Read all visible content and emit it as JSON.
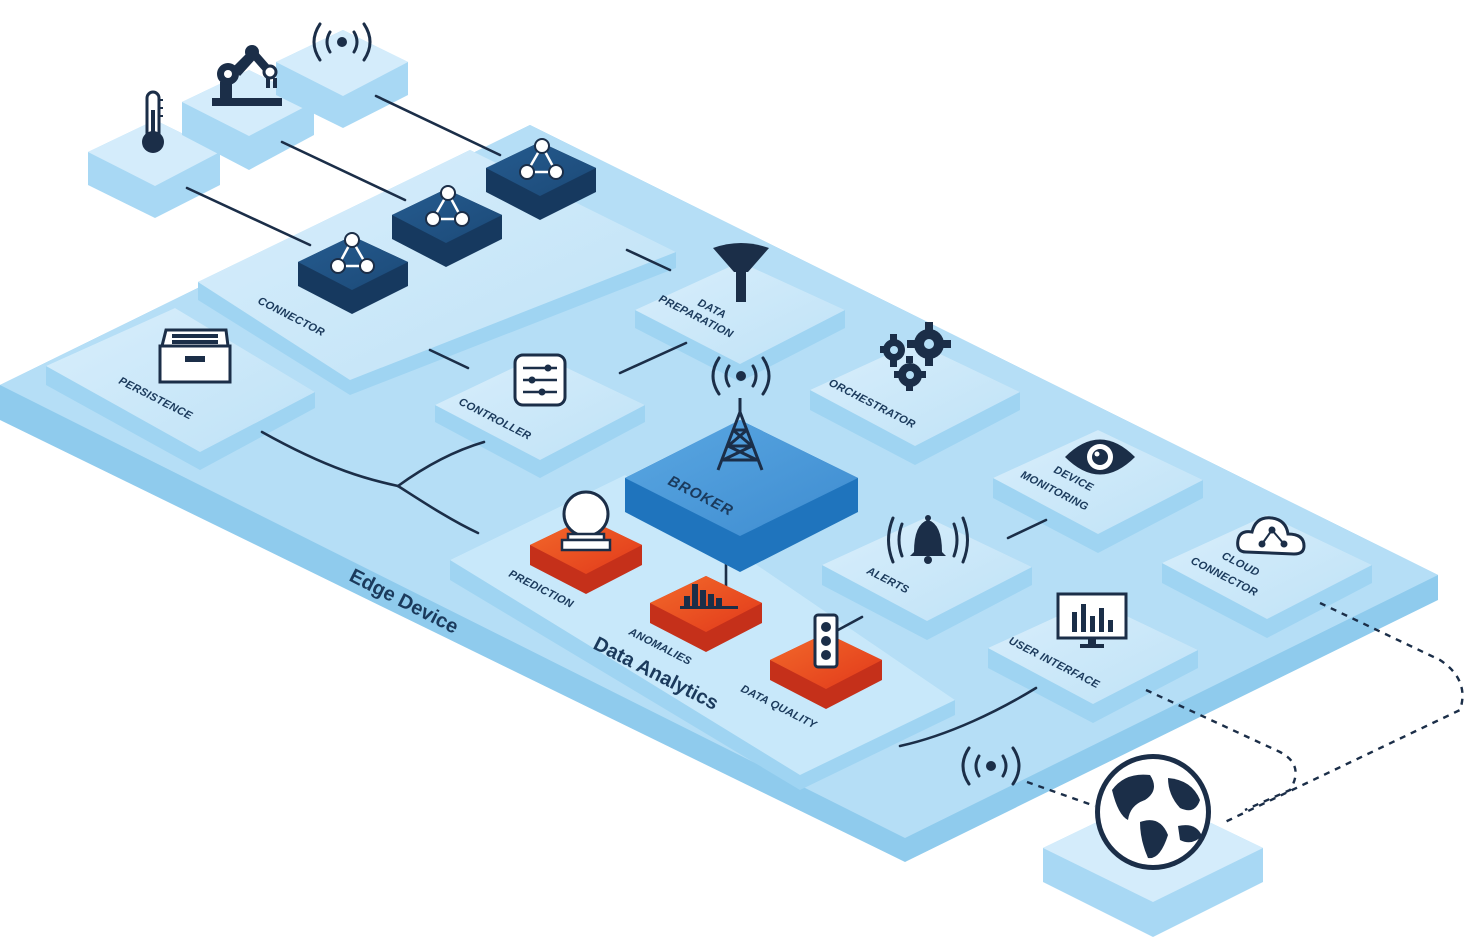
{
  "regions": {
    "edge_device": "Edge Device",
    "data_analytics": "Data Analytics"
  },
  "components": {
    "connector": "CONNECTOR",
    "persistence": "PERSISTENCE",
    "controller": "CONTROLLER",
    "data_preparation_line1": "DATA",
    "data_preparation_line2": "PREPARATION",
    "orchestrator": "ORCHESTRATOR",
    "broker": "BROKER",
    "device_monitoring_line1": "DEVICE",
    "device_monitoring_line2": "MONITORING",
    "cloud_connector_line1": "CLOUD",
    "cloud_connector_line2": "CONNECTOR",
    "alerts": "ALERTS",
    "user_interface": "USER INTERFACE",
    "prediction": "PREDICTION",
    "anomalies": "ANOMALIES",
    "data_quality": "DATA QUALITY"
  },
  "icons": {
    "sensor": "thermometer-icon",
    "robot": "robot-arm-icon",
    "wireless": "wireless-signal-icon",
    "connector": "graph-nodes-icon",
    "funnel": "funnel-icon",
    "gears": "gears-icon",
    "broker": "radio-tower-icon",
    "eye": "eye-icon",
    "cloud": "cloud-network-icon",
    "bell": "alarm-bell-icon",
    "monitor": "bar-chart-monitor-icon",
    "globe": "globe-icon"
  },
  "colors": {
    "light_tile": "#c9e6f8",
    "base_platform": "#a8d8f4",
    "dark_node": "#1e4f7e",
    "broker": "#3f8fd0",
    "analytics_tile": "#e8471f",
    "ink": "#1b2e48"
  }
}
